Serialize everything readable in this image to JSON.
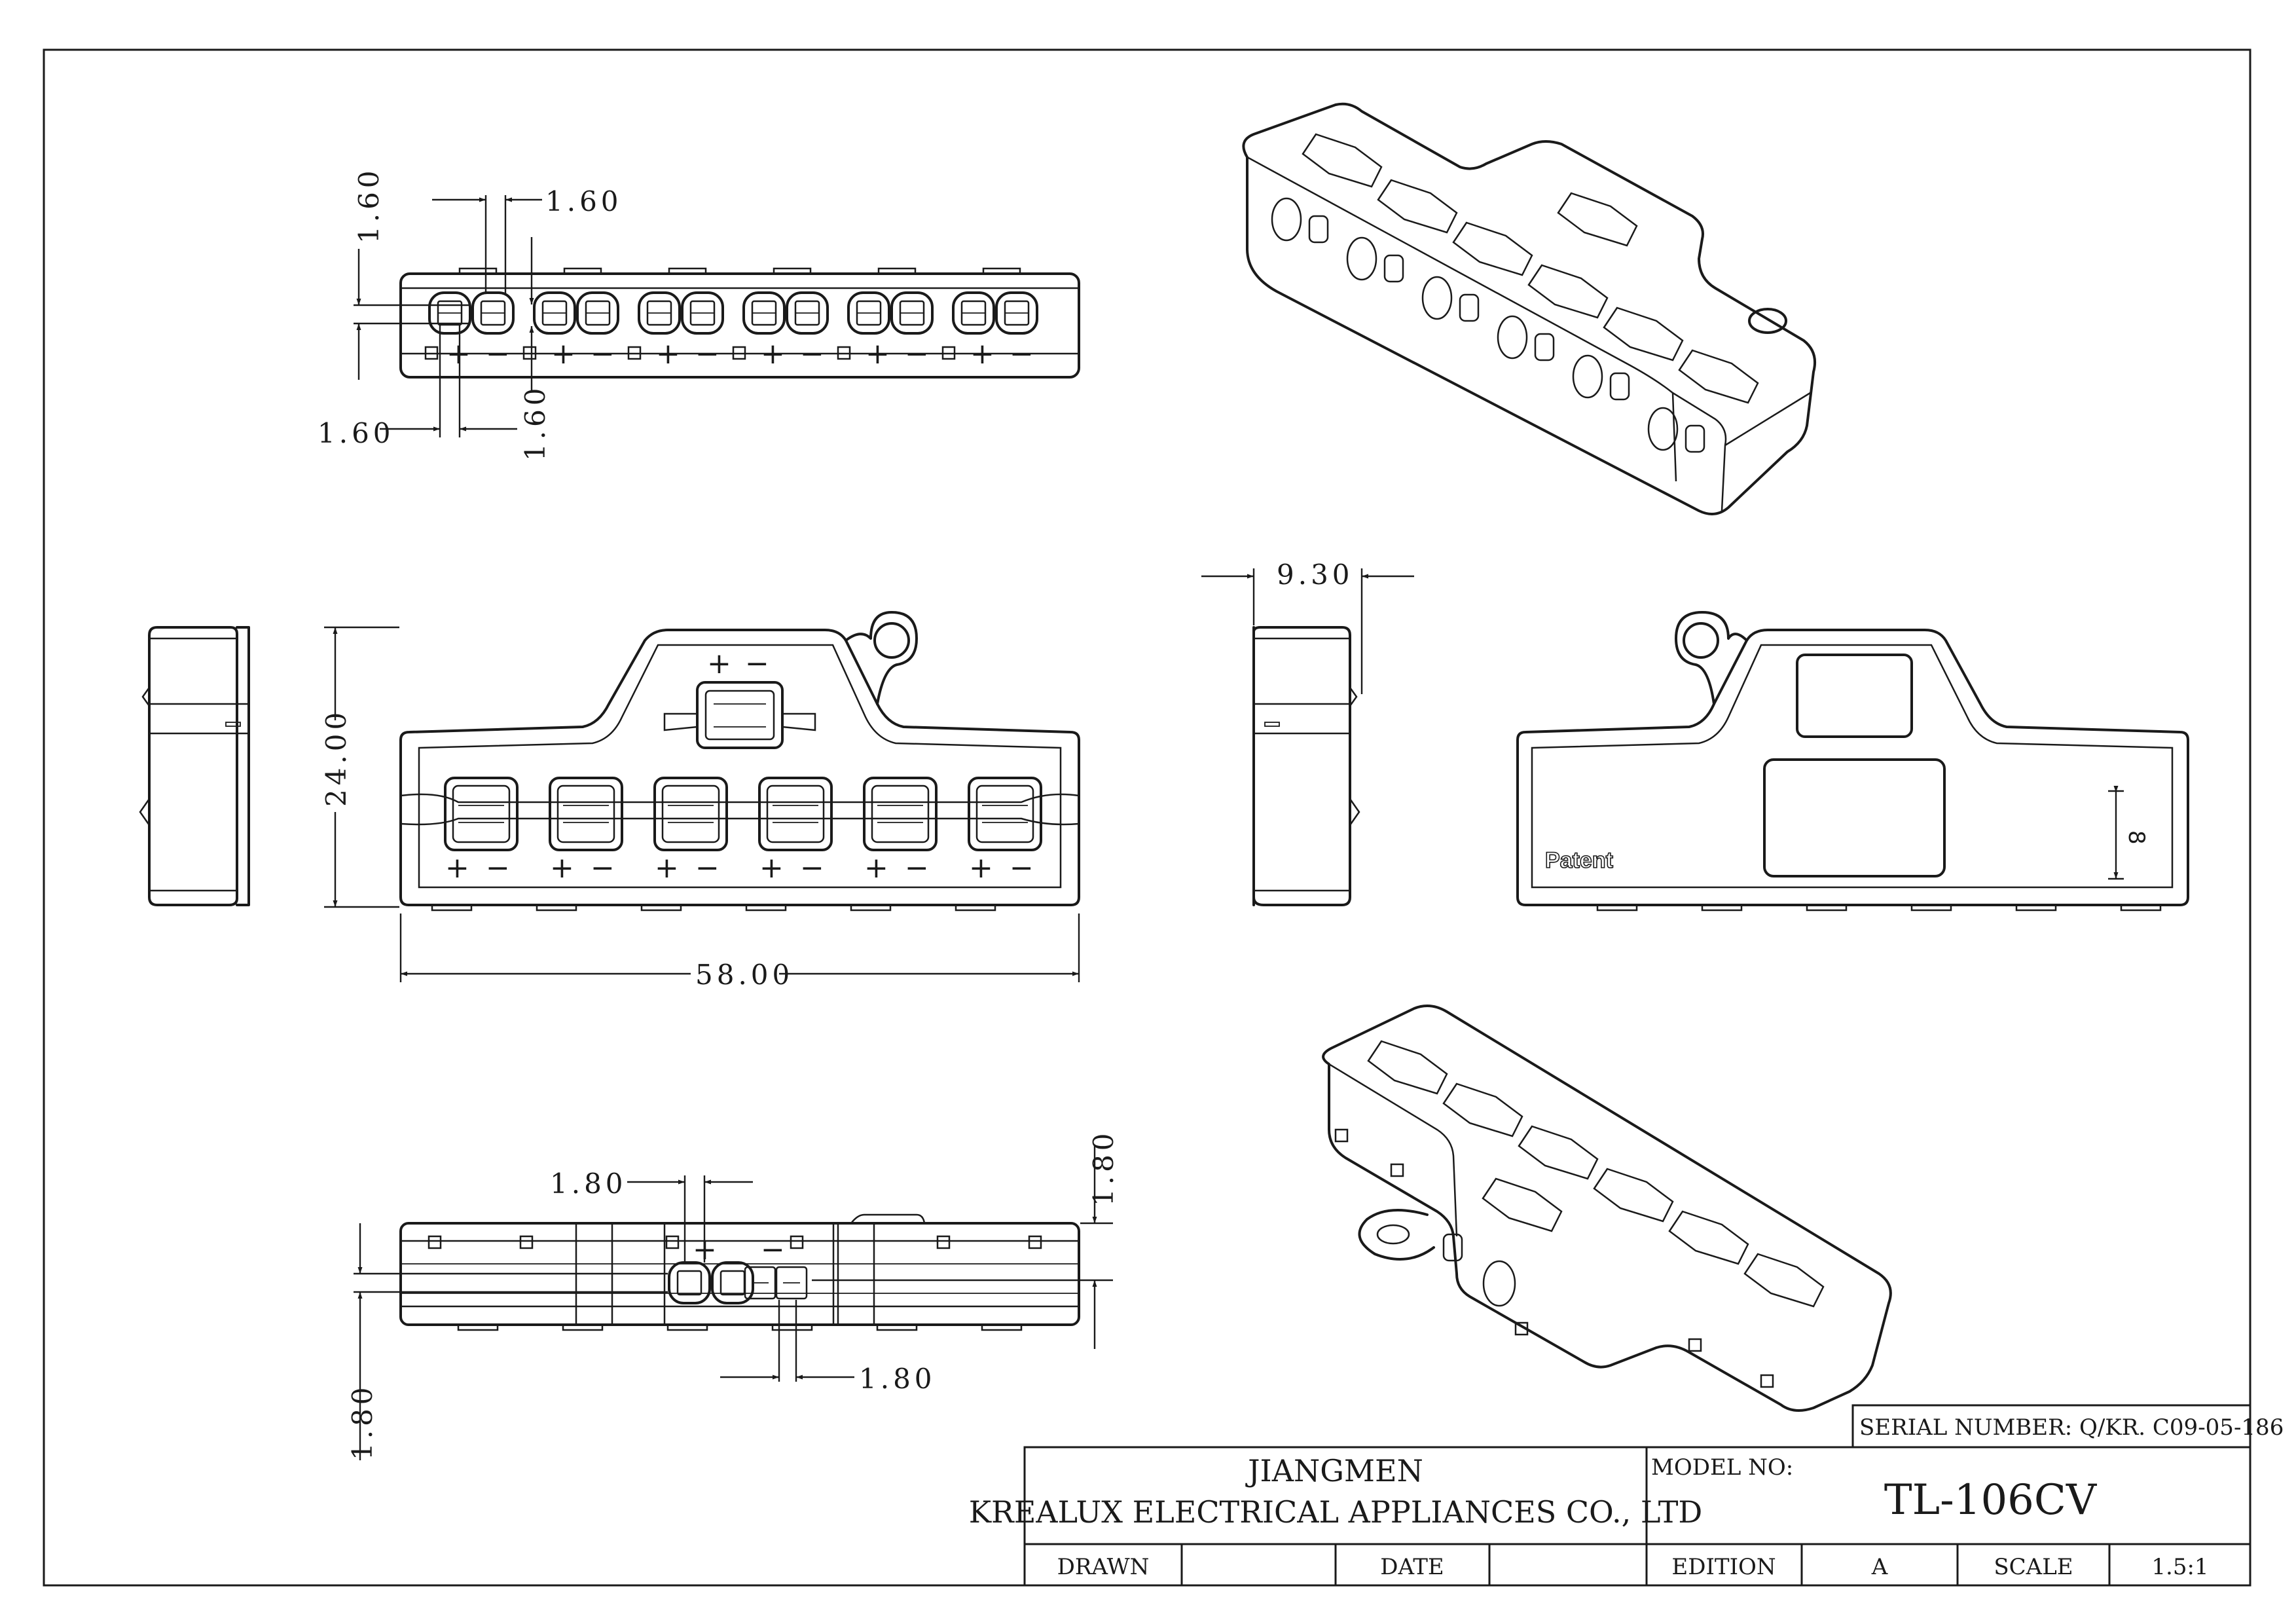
{
  "drawing": {
    "serial_number": "SERIAL NUMBER: Q/KR. C09-05-186",
    "company_line1": "JIANGMEN",
    "company_line2": "KREALUX ELECTRICAL APPLIANCES CO., LTD",
    "model_label": "MODEL NO:",
    "model_value": "TL-106CV",
    "drawn_label": "DRAWN",
    "date_label": "DATE",
    "edition_label": "EDITION",
    "edition_value": "A",
    "scale_label": "SCALE",
    "scale_value": "1.5:1"
  },
  "dimensions": {
    "top_port_w": "1.60",
    "top_port_gap": "1.60",
    "top_port_h": "1.60",
    "top_port_h2": "1.60",
    "front_height": "24.00",
    "front_width": "58.00",
    "side_depth": "9.30",
    "bottom_port_w": "1.80",
    "bottom_port_gap": "1.80",
    "bottom_port_h": "1.80",
    "bottom_port_h2": "1.80"
  },
  "markings": {
    "patent": "Patent",
    "plus": "+",
    "minus": "−",
    "rear_digit": "8"
  }
}
